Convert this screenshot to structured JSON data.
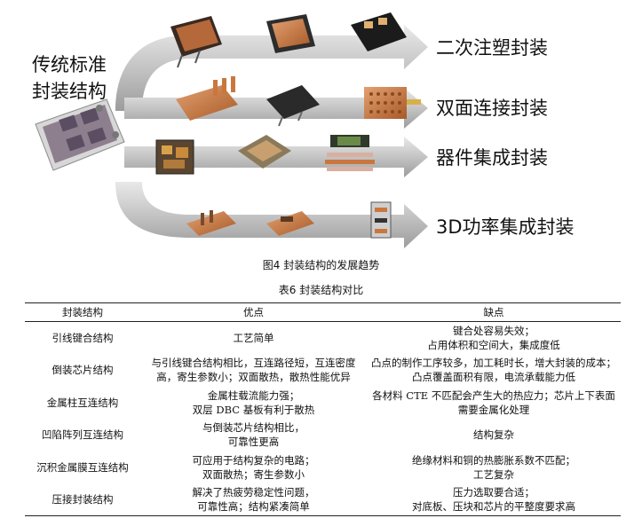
{
  "figure": {
    "origin_label_line1": "传统标准",
    "origin_label_line2": "封装结构",
    "routes": [
      {
        "label": "二次注塑封装"
      },
      {
        "label": "双面连接封装"
      },
      {
        "label": "器件集成封装"
      },
      {
        "label": "3D功率集成封装"
      }
    ],
    "caption": "图4  封装结构的发展趋势",
    "colors": {
      "arrow": "#c8c8c8",
      "arrow_shade": "#9a9a9a",
      "copper": "#c9773e",
      "module": "#2b2b2b"
    }
  },
  "table": {
    "caption": "表6  封装结构对比",
    "headers": [
      "封装结构",
      "优点",
      "缺点"
    ],
    "rows": [
      {
        "name": "引线键合结构",
        "pros": [
          "工艺简单"
        ],
        "cons": [
          "键合处容易失效；",
          "占用体积和空间大，集成度低"
        ]
      },
      {
        "name": "倒装芯片结构",
        "pros": [
          "与引线键合结构相比，互连路径短，互连密度",
          "高，寄生参数小；双面散热，散热性能优异"
        ],
        "cons": [
          "凸点的制作工序较多，加工耗时长，增大封装的成本；",
          "凸点覆盖面积有限，电流承载能力低"
        ]
      },
      {
        "name": "金属柱互连结构",
        "pros": [
          "金属柱载流能力强；",
          "双层 DBC 基板有利于散热"
        ],
        "cons": [
          "各材料 CTE 不匹配会产生大的热应力；芯片上下表面",
          "需要金属化处理"
        ]
      },
      {
        "name": "凹陷阵列互连结构",
        "pros": [
          "与倒装芯片结构相比，",
          "可靠性更高"
        ],
        "cons": [
          "结构复杂"
        ]
      },
      {
        "name": "沉积金属膜互连结构",
        "pros": [
          "可应用于结构复杂的电路；",
          "双面散热；寄生参数小"
        ],
        "cons": [
          "绝缘材料和铜的热膨胀系数不匹配；",
          "工艺复杂"
        ]
      },
      {
        "name": "压接封装结构",
        "pros": [
          "解决了热疲劳稳定性问题，",
          "可靠性高；结构紧凑简单"
        ],
        "cons": [
          "压力选取要合适；",
          "对底板、压块和芯片的平整度要求高"
        ]
      }
    ]
  }
}
